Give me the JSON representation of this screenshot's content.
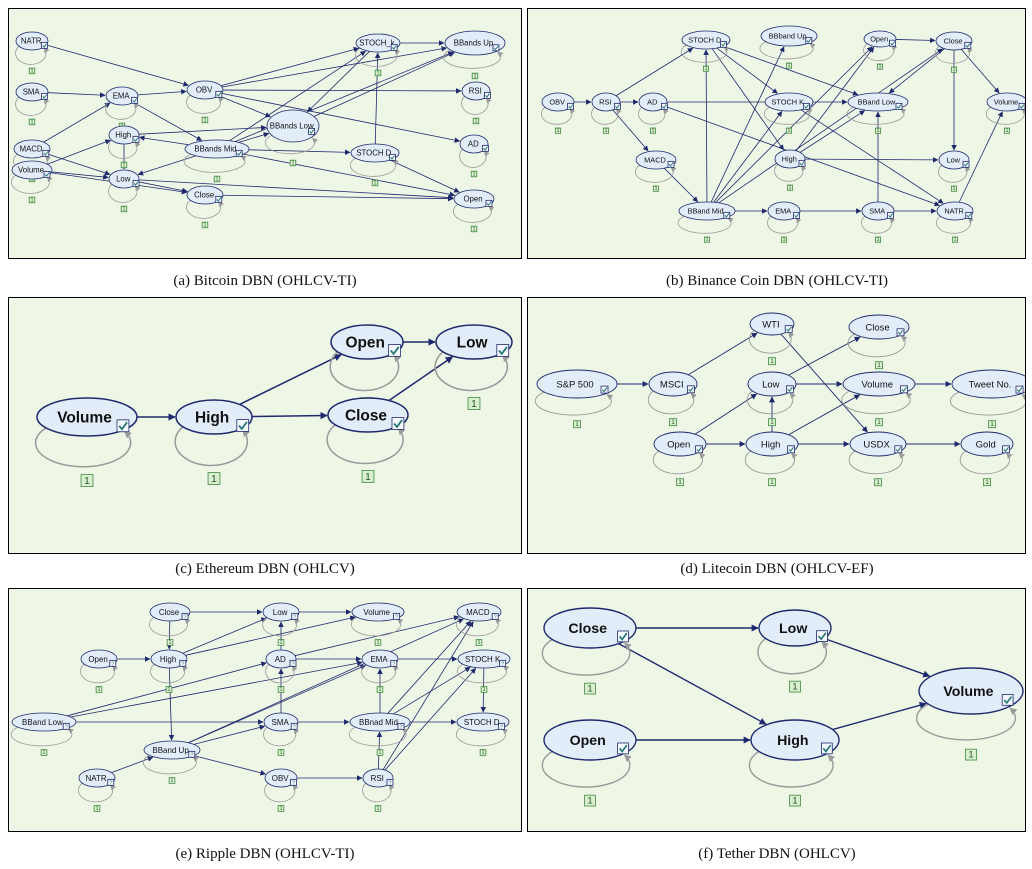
{
  "colors": {
    "background": "#eef6e6",
    "node_fill": "#e3edf9",
    "node_stroke": "#1f2a6e",
    "edge": "#1f2a6e",
    "loop": "#9a9a9a",
    "check": "#2a7a78",
    "badge_fill": "#d9efcf",
    "badge_stroke": "#3f8a3f"
  },
  "icons": {
    "check": "check-icon",
    "question": "question-icon"
  },
  "panels": [
    {
      "id": "a",
      "caption": "(a) Bitcoin DBN (OHLCV-TI)",
      "badge_value": "1",
      "nodes": [
        {
          "id": "NATR",
          "label": "NATR"
        },
        {
          "id": "SMA",
          "label": "SMA"
        },
        {
          "id": "EMA",
          "label": "EMA"
        },
        {
          "id": "OBV",
          "label": "OBV"
        },
        {
          "id": "STOCH_k",
          "label": "STOCH_k"
        },
        {
          "id": "BBands_Up",
          "label": "BBands Up"
        },
        {
          "id": "RSI",
          "label": "RSI"
        },
        {
          "id": "BBands_Low",
          "label": "BBands Low"
        },
        {
          "id": "MACD",
          "label": "MACD"
        },
        {
          "id": "High",
          "label": "High"
        },
        {
          "id": "BBands_Mid",
          "label": "BBands Mid"
        },
        {
          "id": "STOCH_D",
          "label": "STOCH D"
        },
        {
          "id": "AD",
          "label": "AD"
        },
        {
          "id": "Volume",
          "label": "Volume"
        },
        {
          "id": "Low",
          "label": "Low"
        },
        {
          "id": "Close",
          "label": "Close"
        },
        {
          "id": "Open",
          "label": "Open"
        }
      ],
      "edges": [
        [
          "NATR",
          "OBV"
        ],
        [
          "SMA",
          "EMA"
        ],
        [
          "EMA",
          "OBV"
        ],
        [
          "EMA",
          "BBands_Mid"
        ],
        [
          "OBV",
          "STOCH_k"
        ],
        [
          "OBV",
          "BBands_Up"
        ],
        [
          "OBV",
          "RSI"
        ],
        [
          "OBV",
          "AD"
        ],
        [
          "OBV",
          "BBands_Low"
        ],
        [
          "STOCH_k",
          "BBands_Up"
        ],
        [
          "STOCH_k",
          "BBands_Low"
        ],
        [
          "BBands_Mid",
          "STOCH_k"
        ],
        [
          "BBands_Mid",
          "BBands_Up"
        ],
        [
          "BBands_Mid",
          "BBands_Low"
        ],
        [
          "BBands_Mid",
          "STOCH_D"
        ],
        [
          "BBands_Mid",
          "High"
        ],
        [
          "BBands_Mid",
          "Low"
        ],
        [
          "BBands_Mid",
          "Open"
        ],
        [
          "High",
          "BBands_Low"
        ],
        [
          "STOCH_D",
          "STOCH_k"
        ],
        [
          "STOCH_D",
          "Open"
        ],
        [
          "MACD",
          "EMA"
        ],
        [
          "MACD",
          "Low"
        ],
        [
          "Volume",
          "High"
        ],
        [
          "Volume",
          "Close"
        ],
        [
          "Volume",
          "Low"
        ],
        [
          "Low",
          "Close"
        ],
        [
          "Low",
          "Open"
        ],
        [
          "High",
          "Low"
        ],
        [
          "Close",
          "Open"
        ],
        [
          "BBands_Low",
          "BBands_Up"
        ]
      ]
    },
    {
      "id": "b",
      "caption": "(b) Binance Coin DBN (OHLCV-TI)",
      "badge_value": "1",
      "nodes": [
        {
          "id": "STOCH_D",
          "label": "STOCH D"
        },
        {
          "id": "BBband_Up",
          "label": "BBband Up"
        },
        {
          "id": "Open",
          "label": "Open"
        },
        {
          "id": "Close",
          "label": "Close"
        },
        {
          "id": "OBV",
          "label": "OBV"
        },
        {
          "id": "RSI",
          "label": "RSI"
        },
        {
          "id": "AD",
          "label": "AD"
        },
        {
          "id": "STOCH_K",
          "label": "STOCH K"
        },
        {
          "id": "BBand_Low",
          "label": "BBand Low"
        },
        {
          "id": "Volume",
          "label": "Volume"
        },
        {
          "id": "MACD",
          "label": "MACD"
        },
        {
          "id": "High",
          "label": "High"
        },
        {
          "id": "Low",
          "label": "Low"
        },
        {
          "id": "BBand_Mid",
          "label": "BBand Mid"
        },
        {
          "id": "EMA",
          "label": "EMA"
        },
        {
          "id": "SMA",
          "label": "SMA"
        },
        {
          "id": "NATR",
          "label": "NATR"
        }
      ],
      "edges": [
        [
          "OBV",
          "RSI"
        ],
        [
          "RSI",
          "AD"
        ],
        [
          "RSI",
          "STOCH_D"
        ],
        [
          "RSI",
          "MACD"
        ],
        [
          "AD",
          "BBand_Low"
        ],
        [
          "AD",
          "NATR"
        ],
        [
          "STOCH_D",
          "STOCH_K"
        ],
        [
          "STOCH_D",
          "BBand_Low"
        ],
        [
          "STOCH_D",
          "High"
        ],
        [
          "STOCH_K",
          "NATR"
        ],
        [
          "BBand_Mid",
          "STOCH_D"
        ],
        [
          "BBand_Mid",
          "BBband_Up"
        ],
        [
          "BBand_Mid",
          "Open"
        ],
        [
          "BBand_Mid",
          "Close"
        ],
        [
          "BBand_Mid",
          "STOCH_K"
        ],
        [
          "BBand_Mid",
          "EMA"
        ],
        [
          "EMA",
          "SMA"
        ],
        [
          "SMA",
          "NATR"
        ],
        [
          "SMA",
          "BBand_Low"
        ],
        [
          "MACD",
          "BBand_Mid"
        ],
        [
          "Open",
          "Close"
        ],
        [
          "Close",
          "Volume"
        ],
        [
          "Close",
          "Low"
        ],
        [
          "Close",
          "BBand_Low"
        ],
        [
          "High",
          "Low"
        ],
        [
          "High",
          "BBand_Low"
        ],
        [
          "High",
          "Open"
        ],
        [
          "NATR",
          "Volume"
        ]
      ]
    },
    {
      "id": "c",
      "caption": "(c) Ethereum DBN (OHLCV)",
      "badge_value": "1",
      "nodes": [
        {
          "id": "Volume",
          "label": "Volume"
        },
        {
          "id": "High",
          "label": "High"
        },
        {
          "id": "Open",
          "label": "Open"
        },
        {
          "id": "Low",
          "label": "Low"
        },
        {
          "id": "Close",
          "label": "Close"
        }
      ],
      "edges": [
        [
          "Volume",
          "High"
        ],
        [
          "High",
          "Open"
        ],
        [
          "High",
          "Close"
        ],
        [
          "Open",
          "Low"
        ],
        [
          "Close",
          "Low"
        ]
      ]
    },
    {
      "id": "d",
      "caption": "(d) Litecoin DBN (OHLCV-EF)",
      "badge_value": "1",
      "nodes": [
        {
          "id": "WTI",
          "label": "WTI"
        },
        {
          "id": "Close",
          "label": "Close"
        },
        {
          "id": "SP500",
          "label": "S&P 500"
        },
        {
          "id": "MSCI",
          "label": "MSCI"
        },
        {
          "id": "Low",
          "label": "Low"
        },
        {
          "id": "Volume",
          "label": "Volume"
        },
        {
          "id": "Tweet",
          "label": "Tweet No."
        },
        {
          "id": "Open",
          "label": "Open"
        },
        {
          "id": "High",
          "label": "High"
        },
        {
          "id": "USDX",
          "label": "USDX"
        },
        {
          "id": "Gold",
          "label": "Gold"
        }
      ],
      "edges": [
        [
          "SP500",
          "MSCI"
        ],
        [
          "MSCI",
          "WTI"
        ],
        [
          "WTI",
          "USDX"
        ],
        [
          "Low",
          "Close"
        ],
        [
          "Low",
          "Volume"
        ],
        [
          "Volume",
          "Tweet"
        ],
        [
          "Open",
          "Low"
        ],
        [
          "Open",
          "High"
        ],
        [
          "High",
          "Low"
        ],
        [
          "High",
          "Volume"
        ],
        [
          "High",
          "USDX"
        ],
        [
          "USDX",
          "Gold"
        ]
      ]
    },
    {
      "id": "e",
      "caption": "(e) Ripple DBN (OHLCV-TI)",
      "badge_value": "1",
      "nodes": [
        {
          "id": "Close",
          "label": "Close"
        },
        {
          "id": "Low",
          "label": "Low"
        },
        {
          "id": "Volume",
          "label": "Volume"
        },
        {
          "id": "MACD",
          "label": "MACD"
        },
        {
          "id": "Open",
          "label": "Open"
        },
        {
          "id": "High",
          "label": "High"
        },
        {
          "id": "AD",
          "label": "AD"
        },
        {
          "id": "EMA",
          "label": "EMA"
        },
        {
          "id": "STOCH_K",
          "label": "STOCH K"
        },
        {
          "id": "BBand_Low",
          "label": "BBand Low"
        },
        {
          "id": "SMA",
          "label": "SMA"
        },
        {
          "id": "BBnad_Mid",
          "label": "BBnad Mid"
        },
        {
          "id": "STOCH_D",
          "label": "STOCH D"
        },
        {
          "id": "BBand_Up",
          "label": "BBand Up"
        },
        {
          "id": "NATR",
          "label": "NATR"
        },
        {
          "id": "OBV",
          "label": "OBV"
        },
        {
          "id": "RSI",
          "label": "RSI"
        }
      ],
      "edges": [
        [
          "Close",
          "Low"
        ],
        [
          "Close",
          "High"
        ],
        [
          "Low",
          "Volume"
        ],
        [
          "Open",
          "High"
        ],
        [
          "High",
          "Low"
        ],
        [
          "High",
          "Volume"
        ],
        [
          "High",
          "BBand_Up"
        ],
        [
          "AD",
          "Low"
        ],
        [
          "AD",
          "EMA"
        ],
        [
          "AD",
          "MACD"
        ],
        [
          "BBand_Low",
          "SMA"
        ],
        [
          "BBand_Low",
          "EMA"
        ],
        [
          "BBand_Low",
          "AD"
        ],
        [
          "SMA",
          "AD"
        ],
        [
          "SMA",
          "BBnad_Mid"
        ],
        [
          "BBnad_Mid",
          "STOCH_D"
        ],
        [
          "BBnad_Mid",
          "EMA"
        ],
        [
          "BBnad_Mid",
          "MACD"
        ],
        [
          "BBnad_Mid",
          "STOCH_K"
        ],
        [
          "EMA",
          "STOCH_K"
        ],
        [
          "STOCH_K",
          "STOCH_D"
        ],
        [
          "NATR",
          "BBand_Up"
        ],
        [
          "BBand_Up",
          "SMA"
        ],
        [
          "BBand_Up",
          "OBV"
        ],
        [
          "BBand_Up",
          "EMA"
        ],
        [
          "BBand_Up",
          "MACD"
        ],
        [
          "OBV",
          "RSI"
        ],
        [
          "RSI",
          "BBnad_Mid"
        ],
        [
          "RSI",
          "STOCH_K"
        ],
        [
          "RSI",
          "MACD"
        ]
      ]
    },
    {
      "id": "f",
      "caption": "(f) Tether DBN (OHLCV)",
      "badge_value": "1",
      "nodes": [
        {
          "id": "Close",
          "label": "Close"
        },
        {
          "id": "Low",
          "label": "Low"
        },
        {
          "id": "Volume",
          "label": "Volume"
        },
        {
          "id": "Open",
          "label": "Open"
        },
        {
          "id": "High",
          "label": "High"
        }
      ],
      "edges": [
        [
          "Close",
          "Low"
        ],
        [
          "Close",
          "High"
        ],
        [
          "Low",
          "Volume"
        ],
        [
          "Open",
          "High"
        ],
        [
          "High",
          "Volume"
        ]
      ]
    }
  ]
}
